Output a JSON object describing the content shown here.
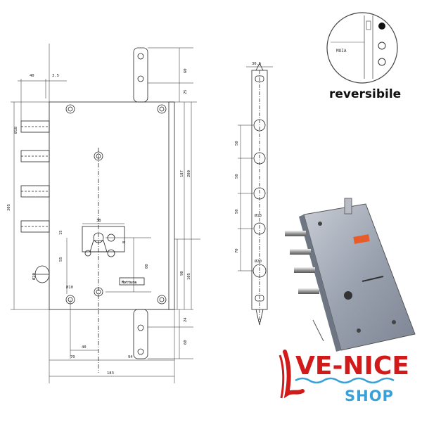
{
  "caption": {
    "reversible": "reversibile"
  },
  "brand": {
    "name": "VE-NICE",
    "subtitle": "SHOP",
    "primary_color": "#d11a1a",
    "secondary_color": "#3aa0d8"
  },
  "front_view": {
    "top_dims": [
      "40",
      "3.5"
    ],
    "right_top_dims": [
      "60",
      "25"
    ],
    "left_height": "305",
    "right_heights": [
      "187",
      "200"
    ],
    "right_lower_dims": [
      "90",
      "105"
    ],
    "bottom_right_dims": [
      "24",
      "60"
    ],
    "bolt_dia": "Ø18",
    "cyl_dims": [
      "38",
      "8",
      "15",
      "55",
      "80"
    ],
    "small_bolt_dia": "Ø20",
    "knob_dia": "Ø10",
    "bottom_dims": [
      "40",
      "70",
      "94",
      "183"
    ],
    "maker_label": "Mottura"
  },
  "side_view": {
    "top_width": "30.5",
    "spacings": [
      "50",
      "50",
      "50",
      "70"
    ],
    "bolt_dia": "Ø18",
    "bottom_bolt_dia": "Ø20"
  },
  "inset": {
    "label": "MOIA"
  }
}
